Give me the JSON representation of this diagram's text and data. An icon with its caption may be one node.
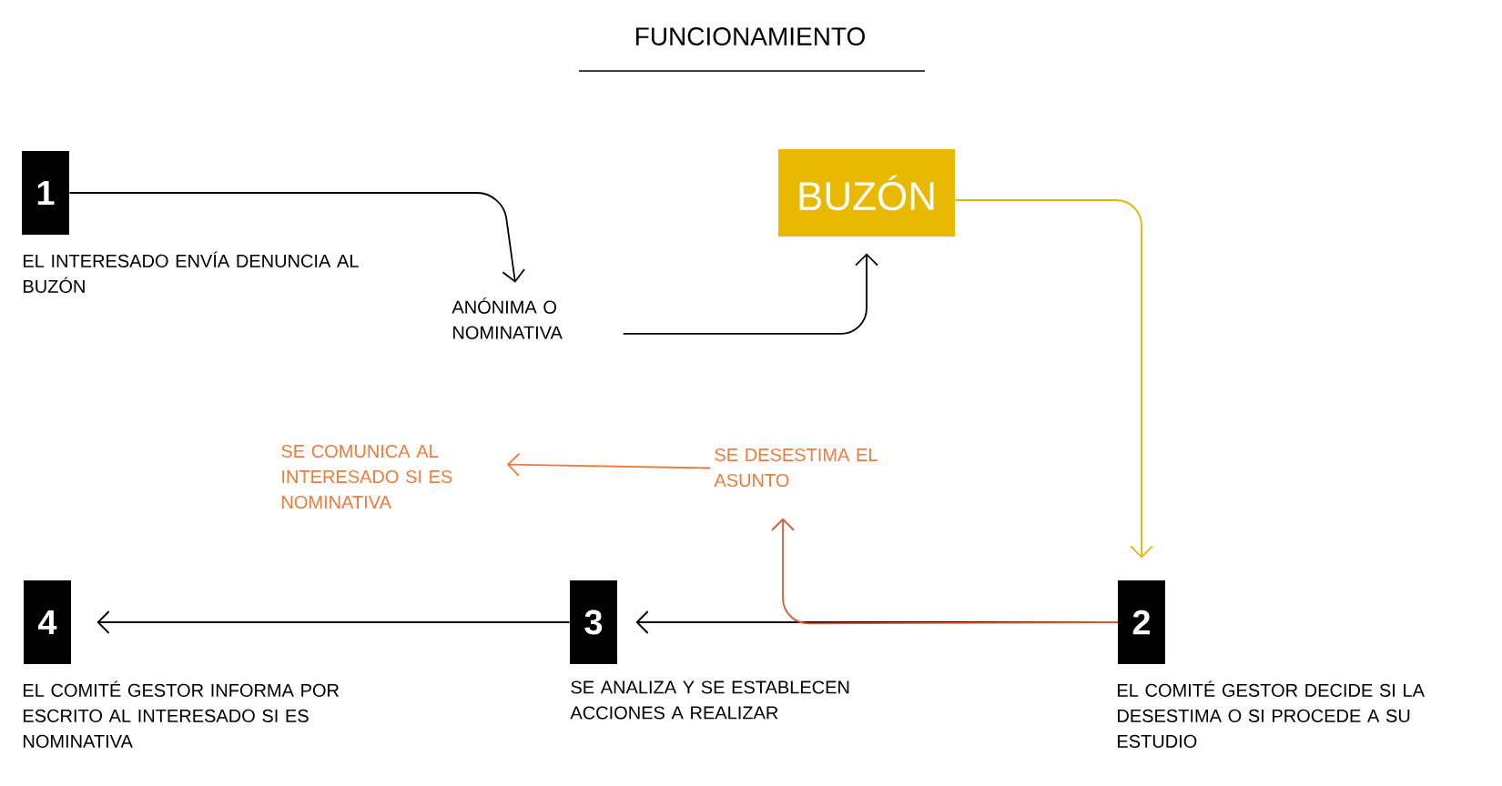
{
  "diagram": {
    "title": "FUNCIONAMIENTO",
    "nodes": [
      {
        "text": [
          "1"
        ],
        "beside": [
          "EL INTERESADO ENVÍA DENUNCIA AL BUZÓN"
        ]
      },
      {
        "text": [
          "ANÓNIMA O NOMINATIVA"
        ]
      },
      {
        "text": [
          "BUZÓN"
        ]
      },
      {
        "text": [
          "2"
        ],
        "beside": [
          "EL COMITÉ GESTOR DECIDE SI LA DESESTIMA O SI PROCEDE A SU ESTUDIO"
        ]
      },
      {
        "text": [
          "SE DESESTIMA EL ASUNTO"
        ]
      },
      {
        "text": [
          "SE COMUNICA AL INTERESADO SI ES NOMINATIVA"
        ]
      },
      {
        "text": [
          "3"
        ],
        "beside": [
          "SE ANALIZA Y SE ESTABLECEN ACCIONES A REALIZAR"
        ]
      },
      {
        "text": [
          "4"
        ],
        "beside": [
          "EL COMITÉ GESTOR INFORMA POR ESCRITO AL INTERESADO SI ES NOMINATIVA"
        ]
      }
    ],
    "edges": [
      {
        "from": 0,
        "to": 1,
        "arrow": "to"
      },
      {
        "from": 1,
        "to": 2,
        "arrow": "to"
      },
      {
        "from": 2,
        "to": 3,
        "arrow": "to",
        "color": "#e8b400"
      },
      {
        "from": 3,
        "to": 6,
        "arrow": "to"
      },
      {
        "from": 6,
        "to": 7,
        "arrow": "to"
      },
      {
        "from": 3,
        "to": 4,
        "arrow": "to",
        "color": "#e2582c"
      },
      {
        "from": 4,
        "to": 5,
        "arrow": "to",
        "color": "#f07a3a"
      }
    ]
  }
}
